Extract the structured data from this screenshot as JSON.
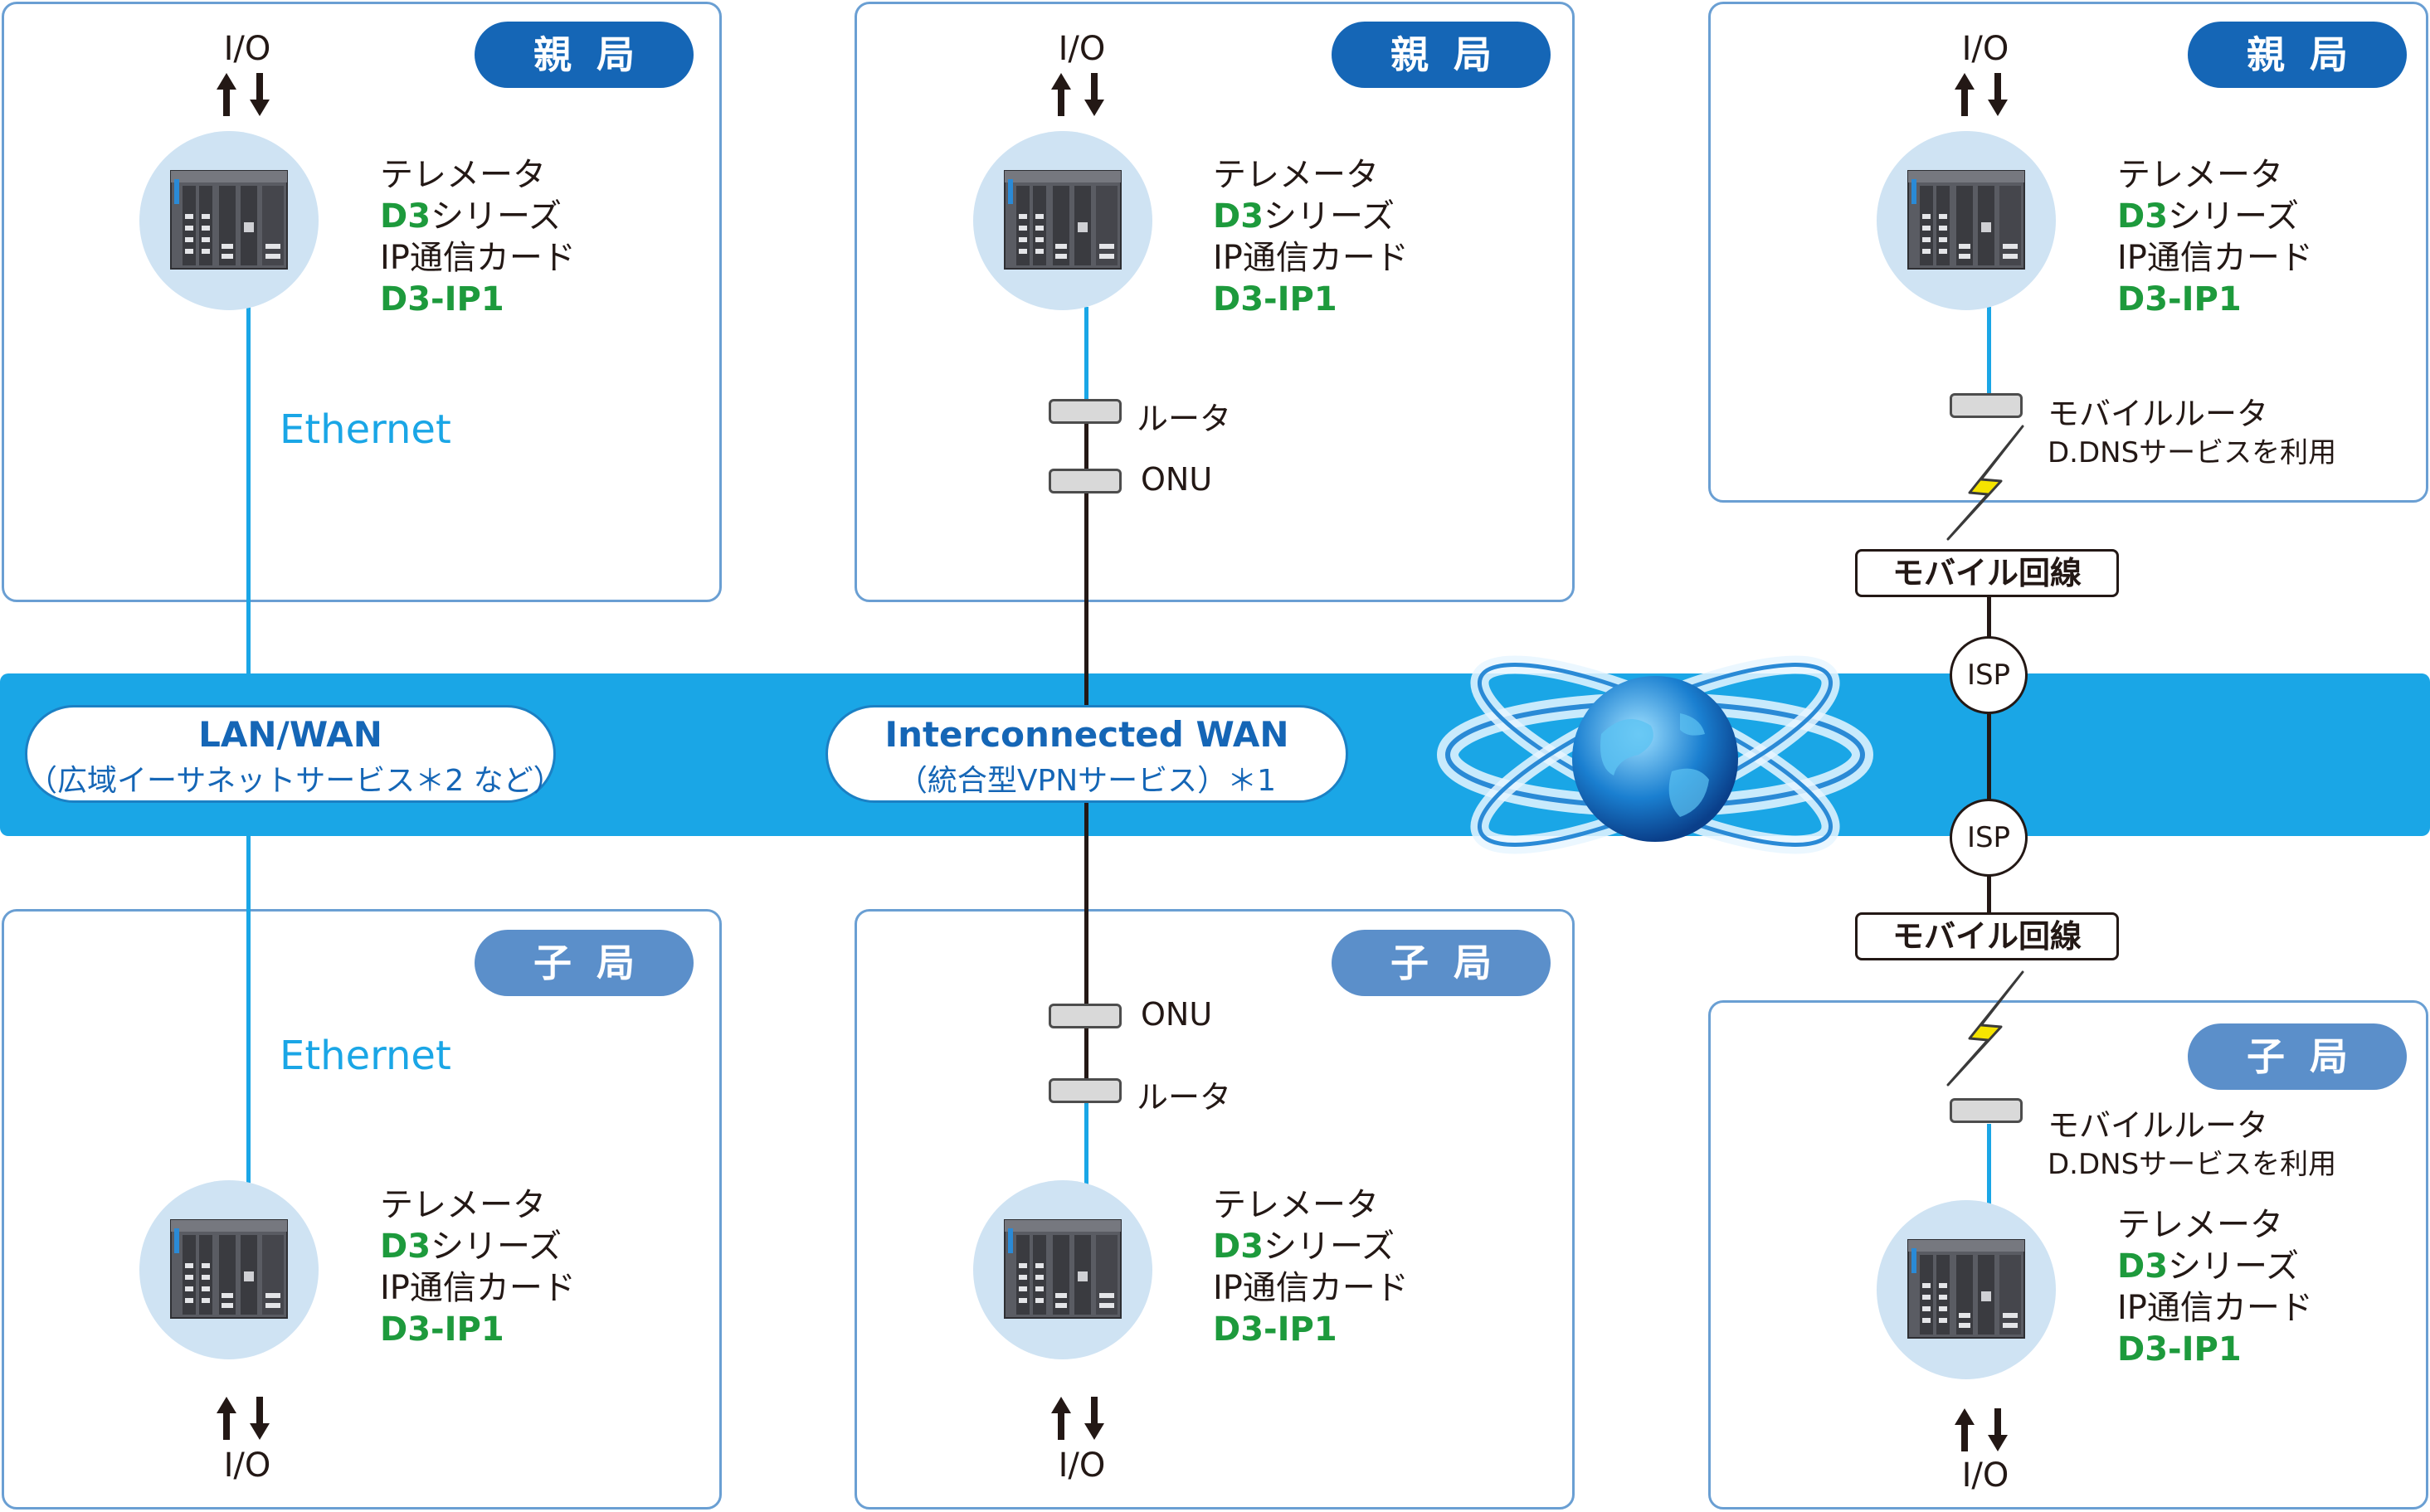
{
  "badges": {
    "master": "親局",
    "slave": "子局"
  },
  "io_label": "I/O",
  "device": {
    "line1": "テレメータ",
    "series_prefix": "D3",
    "series_suffix": "シリーズ",
    "line3": "IP通信カード",
    "model": "D3-IP1"
  },
  "ethernet_label": "Ethernet",
  "router_label": "ルータ",
  "onu_label": "ONU",
  "mobile_router": {
    "name": "モバイルルータ",
    "note": "D.DNSサービスを利用"
  },
  "mobile_line": "モバイル回線",
  "isp_label": "ISP",
  "network": {
    "lan_wan_title": "LAN/WAN",
    "lan_wan_sub": "（広域イーサネットサービス＊2 など）",
    "iwan_title": "Interconnected WAN",
    "iwan_sub": "（統合型VPNサービス）＊1"
  },
  "colors": {
    "master_badge": "#1566b6",
    "slave_badge": "#5b8fca",
    "network_band": "#1aa6e6",
    "model_text": "#1d9a3c",
    "lightning": "#f5e400"
  },
  "icons": [
    "plc-device-image",
    "globe-icon",
    "lightning-icon",
    "arrow-up-down-icon"
  ]
}
